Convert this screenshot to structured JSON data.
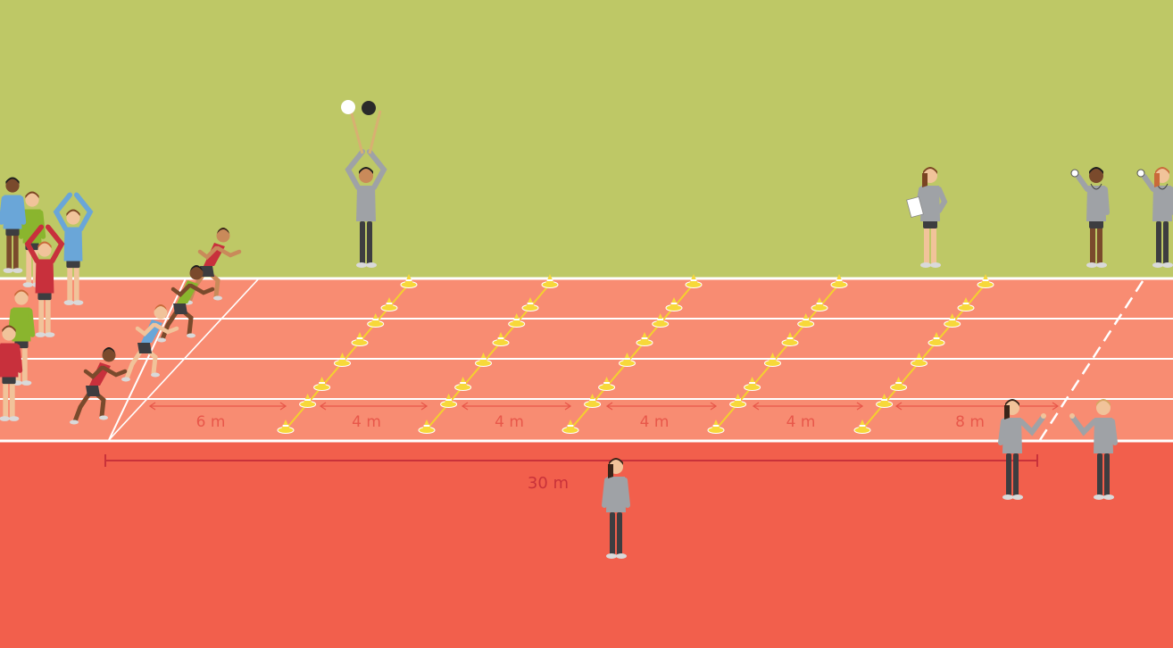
{
  "colors": {
    "grass": "#bec866",
    "track_lanes": "#f88c72",
    "runoff": "#f25f4c",
    "lane_line": "#ffffff",
    "cone": "#f7d83a",
    "cone_line": "#f4d12e",
    "segment_arrow": "#e8574a",
    "total_arrow": "#c9323a",
    "shirt_red": "#c8303c",
    "shirt_green": "#8ab52e",
    "shirt_blue": "#6aa6d8",
    "official_gray": "#9fa2a6"
  },
  "segment_labels": [
    "6 m",
    "4 m",
    "4 m",
    "4 m",
    "4 m",
    "8 m"
  ],
  "total_distance_label": "30 m",
  "figures": {
    "runners": [
      "red",
      "blue",
      "green",
      "red"
    ],
    "waiting_group": [
      "blue",
      "green",
      "red",
      "blue",
      "red",
      "green"
    ],
    "starter": "flags-raised",
    "recorder": "clipboard",
    "timekeepers": [
      "stopwatch",
      "stopwatch"
    ],
    "finish_judges": [
      "pointing",
      "pointing"
    ],
    "center_official": "watching"
  }
}
